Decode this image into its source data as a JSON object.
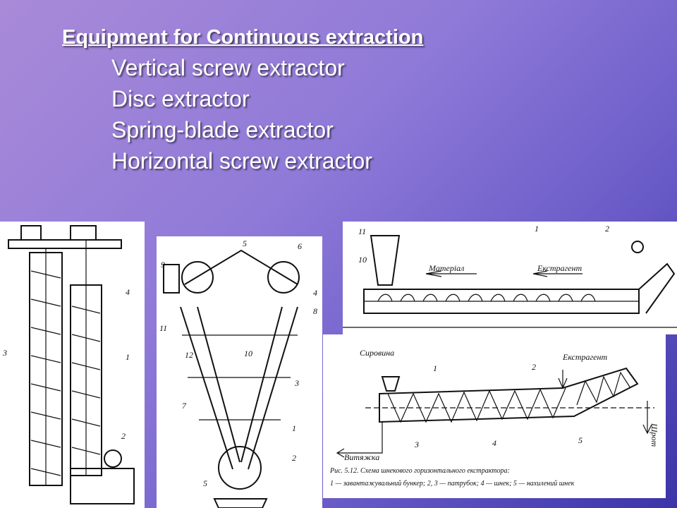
{
  "slide": {
    "heading": "Equipment for Continuous extraction",
    "items": [
      "Vertical screw extractor",
      "Disc extractor",
      "Spring-blade extractor",
      "Horizontal screw extractor"
    ]
  },
  "figures": {
    "vertical": {
      "labels": [
        "3",
        "1",
        "2",
        "4"
      ]
    },
    "disc": {
      "labels": [
        "5",
        "6",
        "9",
        "4",
        "8",
        "11",
        "12",
        "10",
        "3",
        "7",
        "1",
        "2",
        "5"
      ]
    },
    "spring": {
      "labels": [
        "11",
        "10",
        "1",
        "2"
      ],
      "material": "Матеріал",
      "extractant": "Екстрагент"
    },
    "horizontal": {
      "raw": "Сировина",
      "extractant": "Екстрагент",
      "meal": "Шрот",
      "draw": "Витяжка",
      "labels": [
        "1",
        "2",
        "3",
        "4",
        "5"
      ],
      "caption_line1": "Рис. 5.12. Схема шнекового горизонтального екстрактора:",
      "caption_line2": "1 — завантажувальний бункер; 2, 3 — патрубок; 4 — шнек; 5 — нахилений шнек"
    }
  }
}
